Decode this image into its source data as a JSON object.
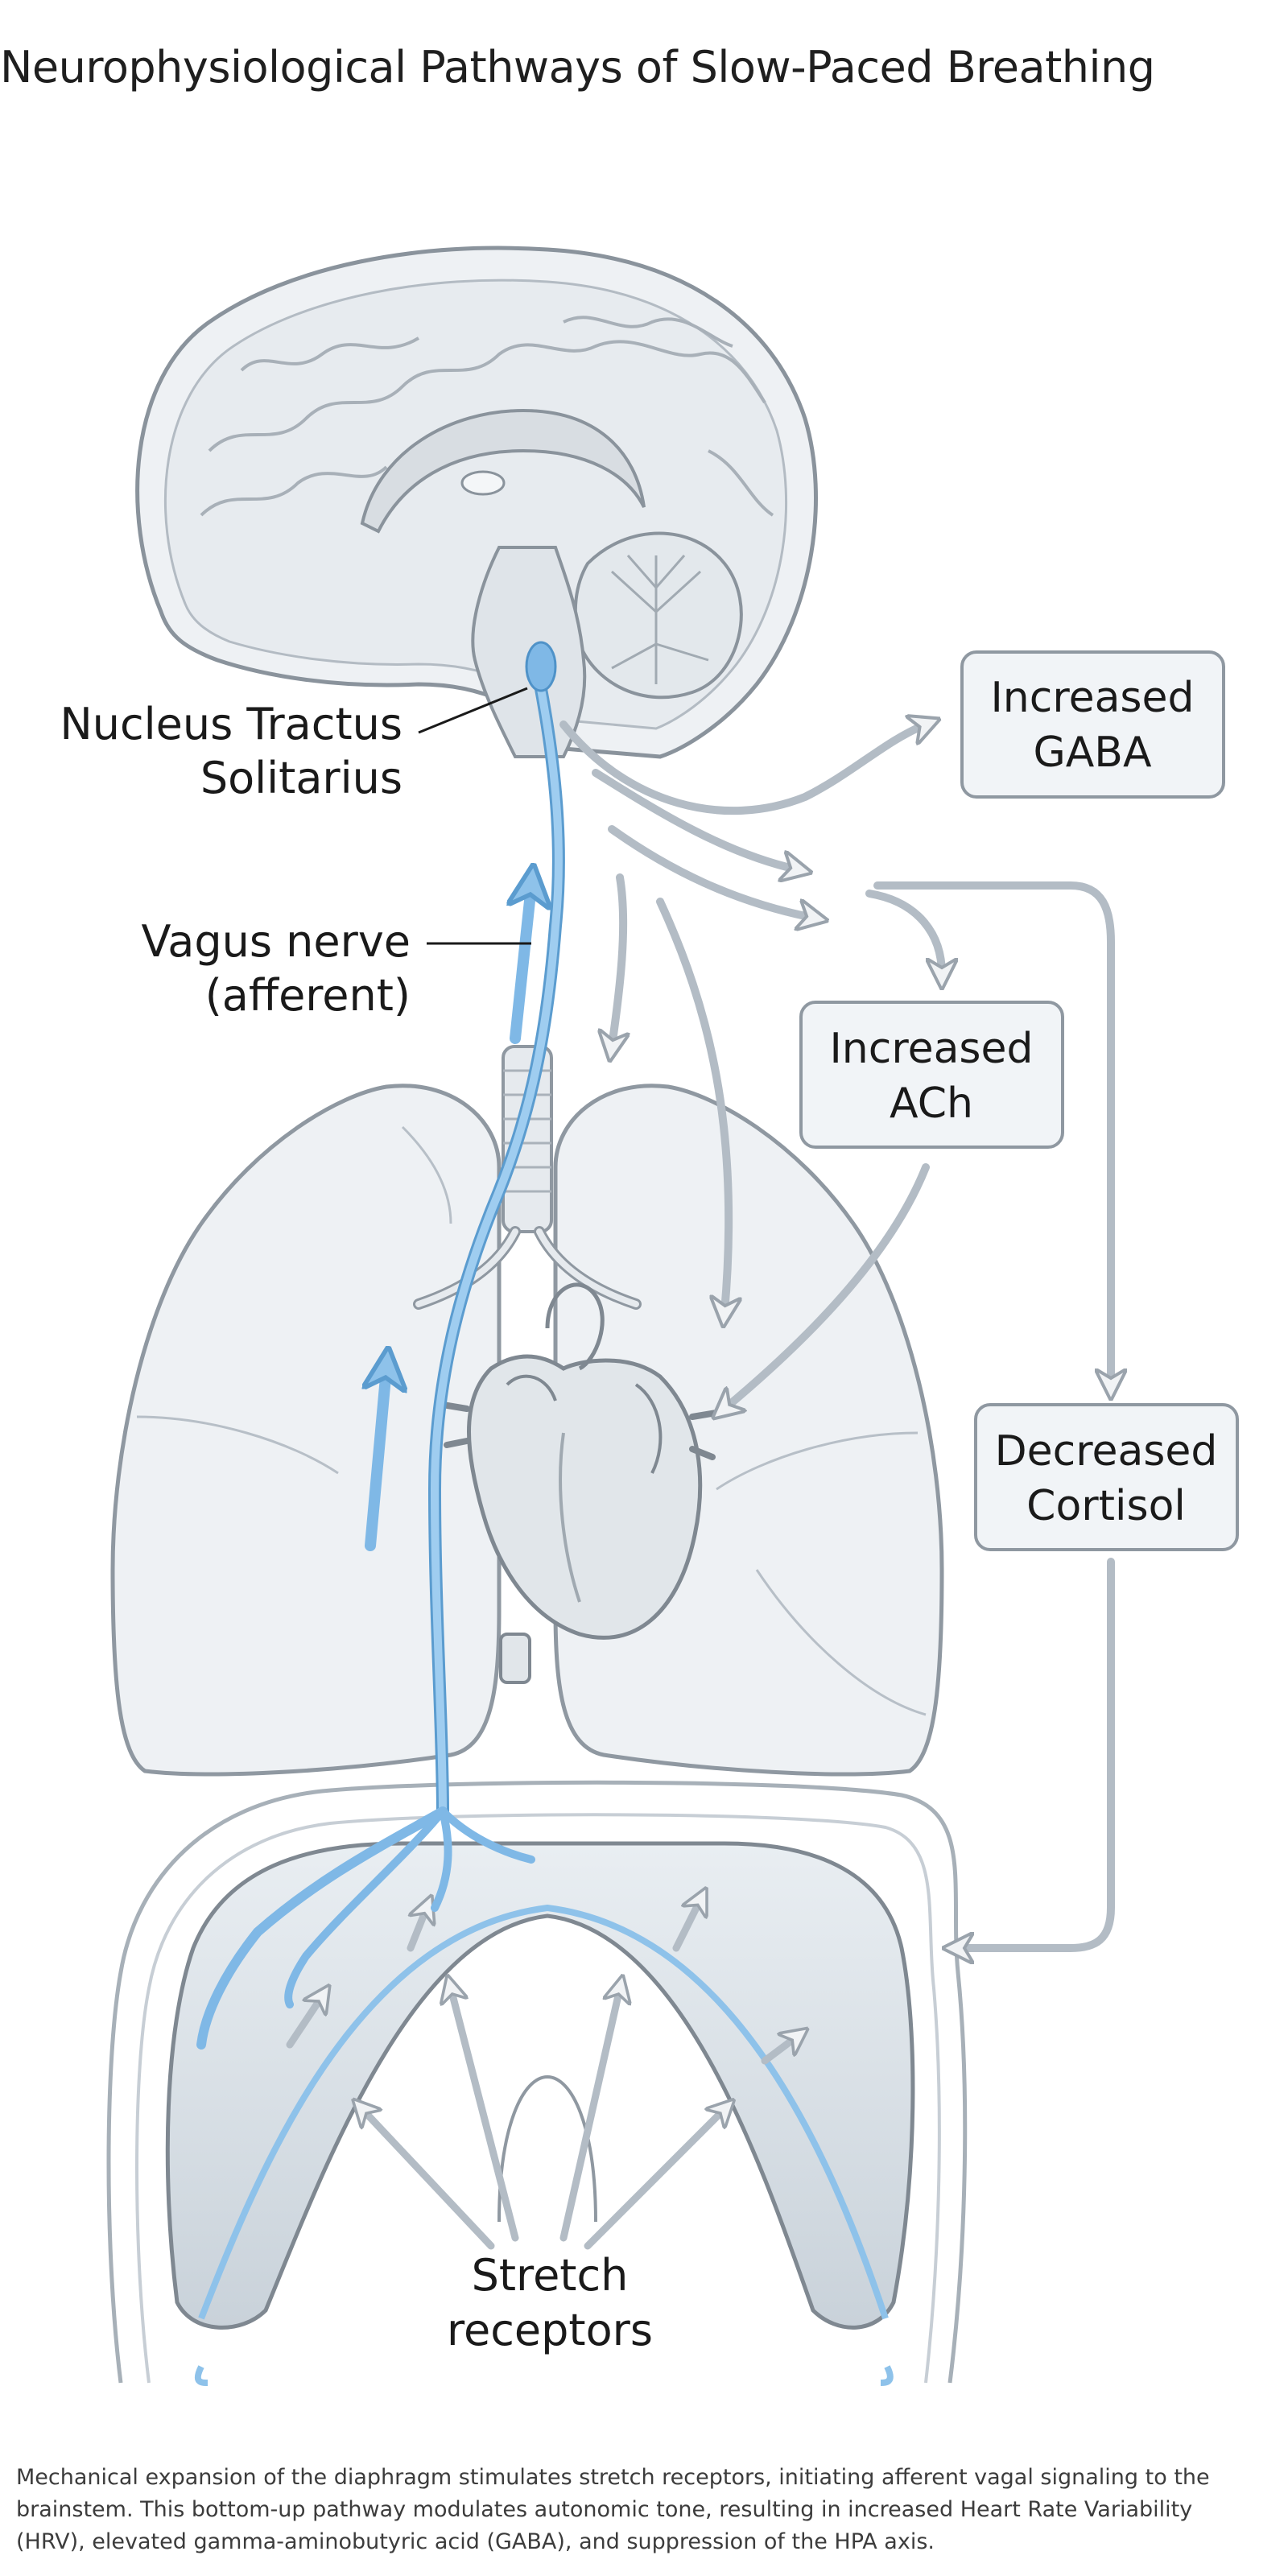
{
  "title": "Neurophysiological Pathways of Slow-Paced Breathing",
  "labels": {
    "nts_line1": "Nucleus Tractus",
    "nts_line2": "Solitarius",
    "vagus_line1": "Vagus nerve",
    "vagus_line2": "(afferent)",
    "stretch_line1": "Stretch",
    "stretch_line2": "receptors"
  },
  "boxes": {
    "gaba_line1": "Increased",
    "gaba_line2": "GABA",
    "ach_line1": "Increased",
    "ach_line2": "ACh",
    "cortisol_line1": "Decreased",
    "cortisol_line2": "Cortisol"
  },
  "caption": "Mechanical expansion of the diaphragm stimulates stretch receptors, initiating afferent vagal signaling to the brainstem. This bottom-up pathway modulates autonomic tone, resulting in increased Heart Rate Variability (HRV), elevated gamma-aminobutyric acid (GABA), and suppression of the HPA axis.",
  "colors": {
    "nerve_blue": "#7fb8e6",
    "gray_arrow": "#b3bcc5",
    "organ_fill": "#e4e9ee",
    "organ_stroke": "#8c959e"
  }
}
